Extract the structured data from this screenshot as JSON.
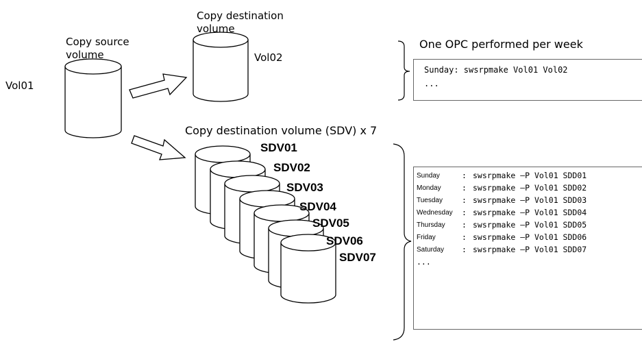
{
  "source": {
    "title": "Copy source\nvolume",
    "volume": "Vol01"
  },
  "destination": {
    "title": "Copy destination\nvolume",
    "volume": "Vol02"
  },
  "weekly_note": {
    "heading": "One OPC performed per week",
    "lines": [
      "Sunday: swsrpmake Vol01 Vol02",
      "..."
    ]
  },
  "sdv_section": {
    "title": "Copy destination volume (SDV) x 7",
    "volumes": [
      "SDV01",
      "SDV02",
      "SDV03",
      "SDV04",
      "SDV05",
      "SDV06",
      "SDV07"
    ]
  },
  "daily_commands": {
    "rows": [
      {
        "day": "Sunday",
        "command": "swsrpmake –P Vol01 SDD01"
      },
      {
        "day": "Monday",
        "command": "swsrpmake –P Vol01 SDD02"
      },
      {
        "day": "Tuesday",
        "command": "swsrpmake –P Vol01 SDD03"
      },
      {
        "day": "Wednesday",
        "command": "swsrpmake –P Vol01 SDD04"
      },
      {
        "day": "Thursday",
        "command": "swsrpmake –P Vol01 SDD05"
      },
      {
        "day": "Friday",
        "command": "swsrpmake –P Vol01 SDD06"
      },
      {
        "day": "Saturday",
        "command": "swsrpmake –P Vol01 SDD07"
      }
    ],
    "ellipsis": "..."
  }
}
